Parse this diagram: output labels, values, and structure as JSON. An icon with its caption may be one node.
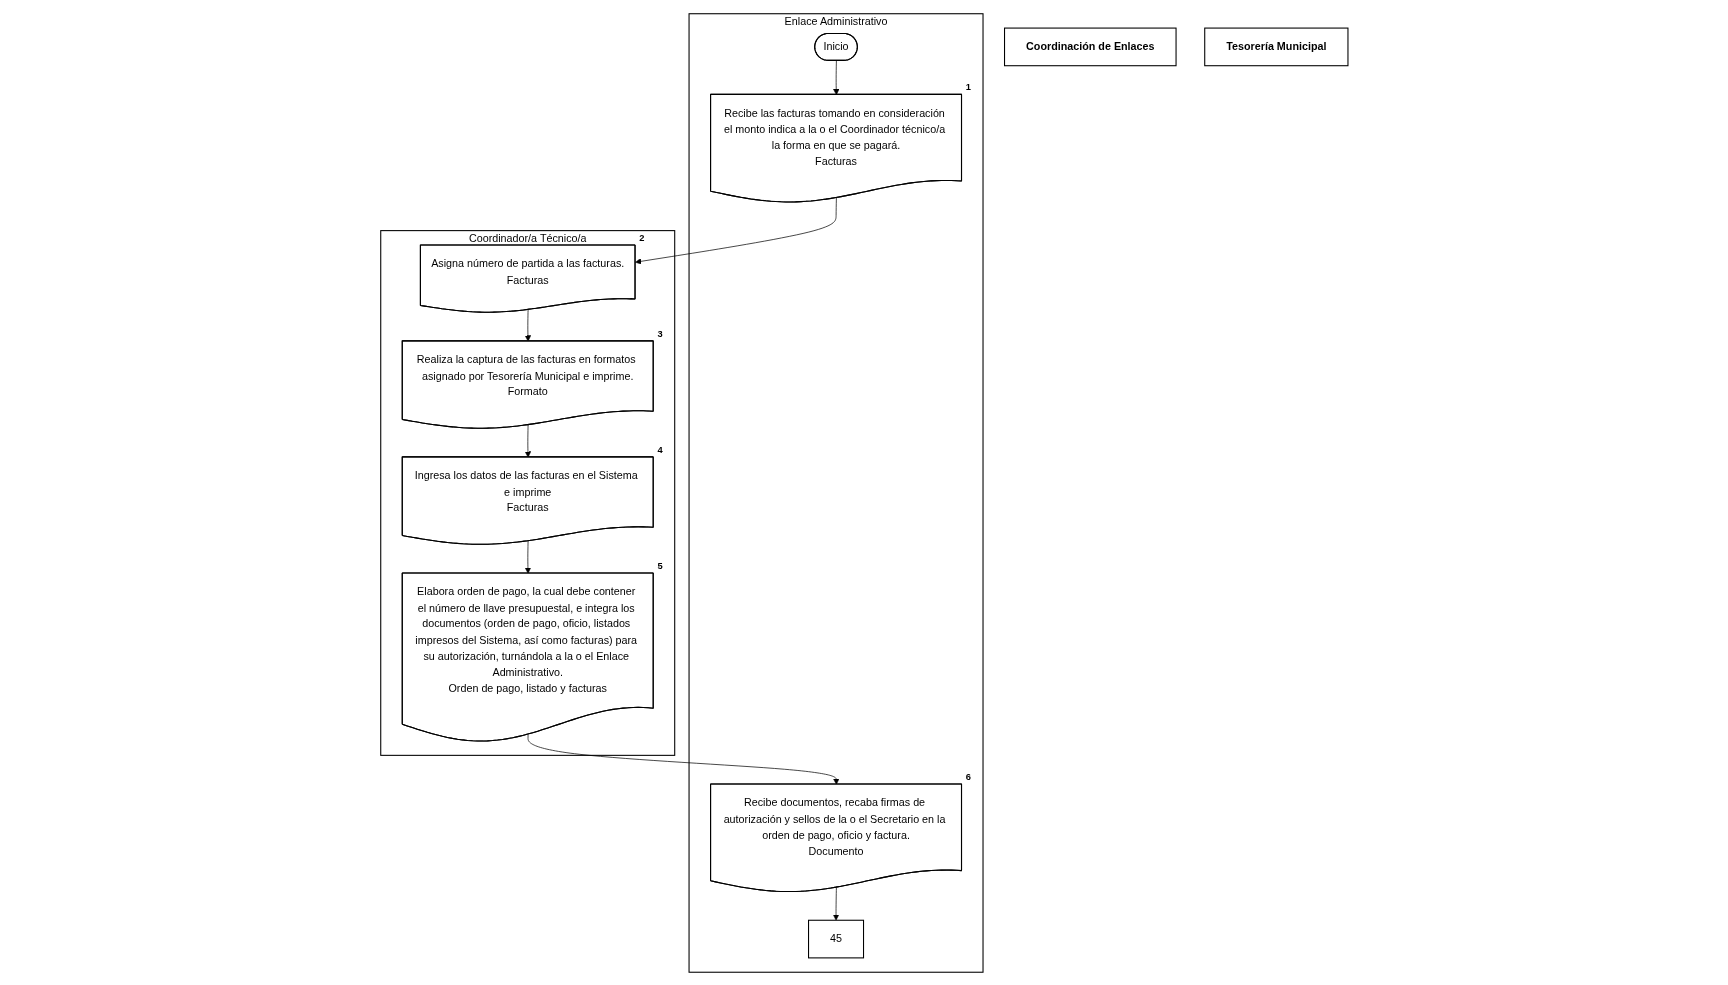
{
  "diagram": {
    "nodes": [
      {
        "text": [
          "Enlace Administrativo"
        ]
      },
      {
        "text": [
          "Coordinador/a Técnico/a"
        ]
      },
      {
        "text": [
          "Coordinación de Enlaces"
        ]
      },
      {
        "text": [
          "Tesorería Municipal"
        ]
      },
      {
        "text": [
          "Inicio"
        ],
        "in": 0
      },
      {
        "text": [
          "Recibe las facturas tomando en consideración el monto indica a la o el Coordinador técnico/a la forma en que se pagará.",
          "Facturas"
        ],
        "beside": [
          "1"
        ],
        "in": 0
      },
      {
        "text": [
          "Asigna número de partida a las facturas.",
          "Facturas"
        ],
        "beside": [
          "2"
        ],
        "in": 1
      },
      {
        "text": [
          "Realiza la captura de las facturas en formatos asignado por Tesorería Municipal e imprime.",
          "Formato"
        ],
        "beside": [
          "3"
        ],
        "in": 1
      },
      {
        "text": [
          "Ingresa los datos de las facturas en el Sistema e imprime",
          "Facturas"
        ],
        "beside": [
          "4"
        ],
        "in": 1
      },
      {
        "text": [
          "Elabora orden de pago, la cual debe contener el número de llave presupuestal, e integra los documentos (orden de pago, oficio, listados impresos del Sistema, así como facturas) para su autorización, turnándola a la o el Enlace Administrativo.",
          "Orden de pago, listado y facturas"
        ],
        "beside": [
          "5"
        ],
        "in": 1
      },
      {
        "text": [
          "Recibe documentos, recaba firmas de autorización y sellos de la o el Secretario en la orden de pago, oficio y factura.",
          "Documento"
        ],
        "beside": [
          "6"
        ],
        "in": 0
      },
      {
        "text": [
          "45"
        ],
        "in": 0
      }
    ],
    "edges": [
      {
        "from": 4,
        "to": 5,
        "arrow": "to"
      },
      {
        "from": 5,
        "to": 6,
        "arrow": "to"
      },
      {
        "from": 6,
        "to": 7,
        "arrow": "to"
      },
      {
        "from": 7,
        "to": 8,
        "arrow": "to"
      },
      {
        "from": 8,
        "to": 9,
        "arrow": "to"
      },
      {
        "from": 9,
        "to": 10,
        "arrow": "to"
      },
      {
        "from": 10,
        "to": 11,
        "arrow": "to"
      }
    ]
  }
}
